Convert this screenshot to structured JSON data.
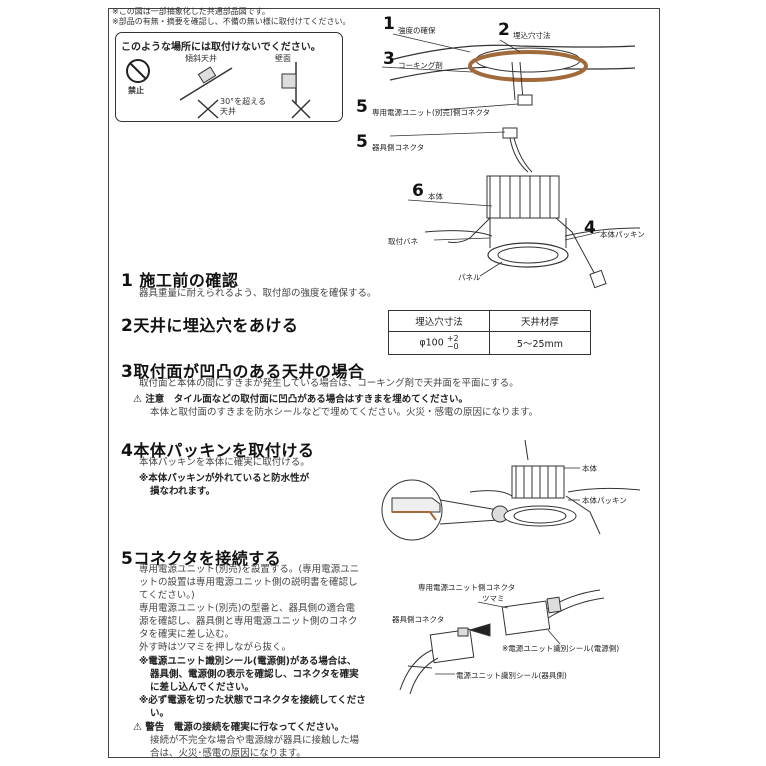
{
  "notes": [
    "※この図は一部抽象化した共通部品図です。",
    "※部品の有無・摘要を確認し、不備の無い様に取付けてください。"
  ],
  "warning_box": {
    "title": "このような場所には取付けないでください。",
    "prohibit_label": "禁止",
    "sloped_label": "傾斜天井",
    "wall_label": "壁面",
    "angle_label": "30°を超える",
    "angle_label2": "天井"
  },
  "callouts": {
    "c1_num": "1",
    "c1_text": "強度の確保",
    "c2_num": "2",
    "c2_text": "埋込穴寸法",
    "c3_num": "3",
    "c3_text": "コーキング剤",
    "c5a_num": "5",
    "c5a_text": "専用電源ユニット(別売)側コネクタ",
    "c5b_num": "5",
    "c5b_text": "器具側コネクタ",
    "c6_num": "6",
    "c6_text": "本体",
    "c4_num": "4",
    "c4_text": "本体パッキン",
    "spring_label": "取付バネ",
    "panel_label": "パネル"
  },
  "sections": {
    "s1_num": "1",
    "s1_title": "施工前の確認",
    "s1_body": "器具重量に耐えられるよう、取付部の強度を確保する。",
    "s2_num": "2",
    "s2_title": "天井に埋込穴をあける",
    "s3_num": "3",
    "s3_title": "取付面が凹凸のある天井の場合",
    "s3_body": "取付面と本体の間にすきまが発生している場合は、コーキング剤で天井面を平面にする。",
    "s3_caution": "注意　タイル面などの取付面に凹凸がある場合はすきまを埋めてください。",
    "s3_caution2": "本体と取付面のすきまを防水シールなどで埋めてください。火災・感電の原因になります。",
    "s4_num": "4",
    "s4_title": "本体パッキンを取付ける",
    "s4_body": "本体パッキンを本体に確実に取付ける。",
    "s4_note1": "※本体パッキンが外れていると防水性が",
    "s4_note2": "損なわれます。",
    "s4_label_body": "本体",
    "s4_label_packing": "本体パッキン",
    "s5_num": "5",
    "s5_title": "コネクタを接続する",
    "s5_lines": [
      "専用電源ユニット(別売)を設置する。(専用電源ユニ",
      "ットの設置は専用電源ユニット側の説明書を確認し",
      "てください。)",
      "専用電源ユニット(別売)の型番と、器具側の適合電",
      "源を確認し、器具側と専用電源ユニット側のコネク",
      "タを確実に差し込む。",
      "外す時はツマミを押しながら抜く。"
    ],
    "s5_bold_lines": [
      "※電源ユニット識別シール(電源側)がある場合は、",
      "器具側、電源側の表示を確認し、コネクタを確実",
      "に差し込んでください。",
      "※必ず電源を切った状態でコネクタを接続してくださ",
      "い。"
    ],
    "s5_warning": "警告　電源の接続を確実に行なってください。",
    "s5_warning_lines": [
      "接続が不完全な場合や電源線が器具に接触した場",
      "合は、火災･感電の原因になります。"
    ],
    "s5_labels": {
      "unit_connector": "専用電源ユニット側コネクタ",
      "knob": "ツマミ",
      "fixture_connector": "器具側コネクタ",
      "seal_power": "※電源ユニット識別シール(電源側)",
      "seal_fixture": "電源ユニット識別シール(器具側)"
    }
  },
  "spec_table": {
    "headers": [
      "埋込穴寸法",
      "天井材厚"
    ],
    "hole": "φ100",
    "tol_plus": "+2",
    "tol_minus": "−0",
    "thickness": "5〜25mm"
  }
}
